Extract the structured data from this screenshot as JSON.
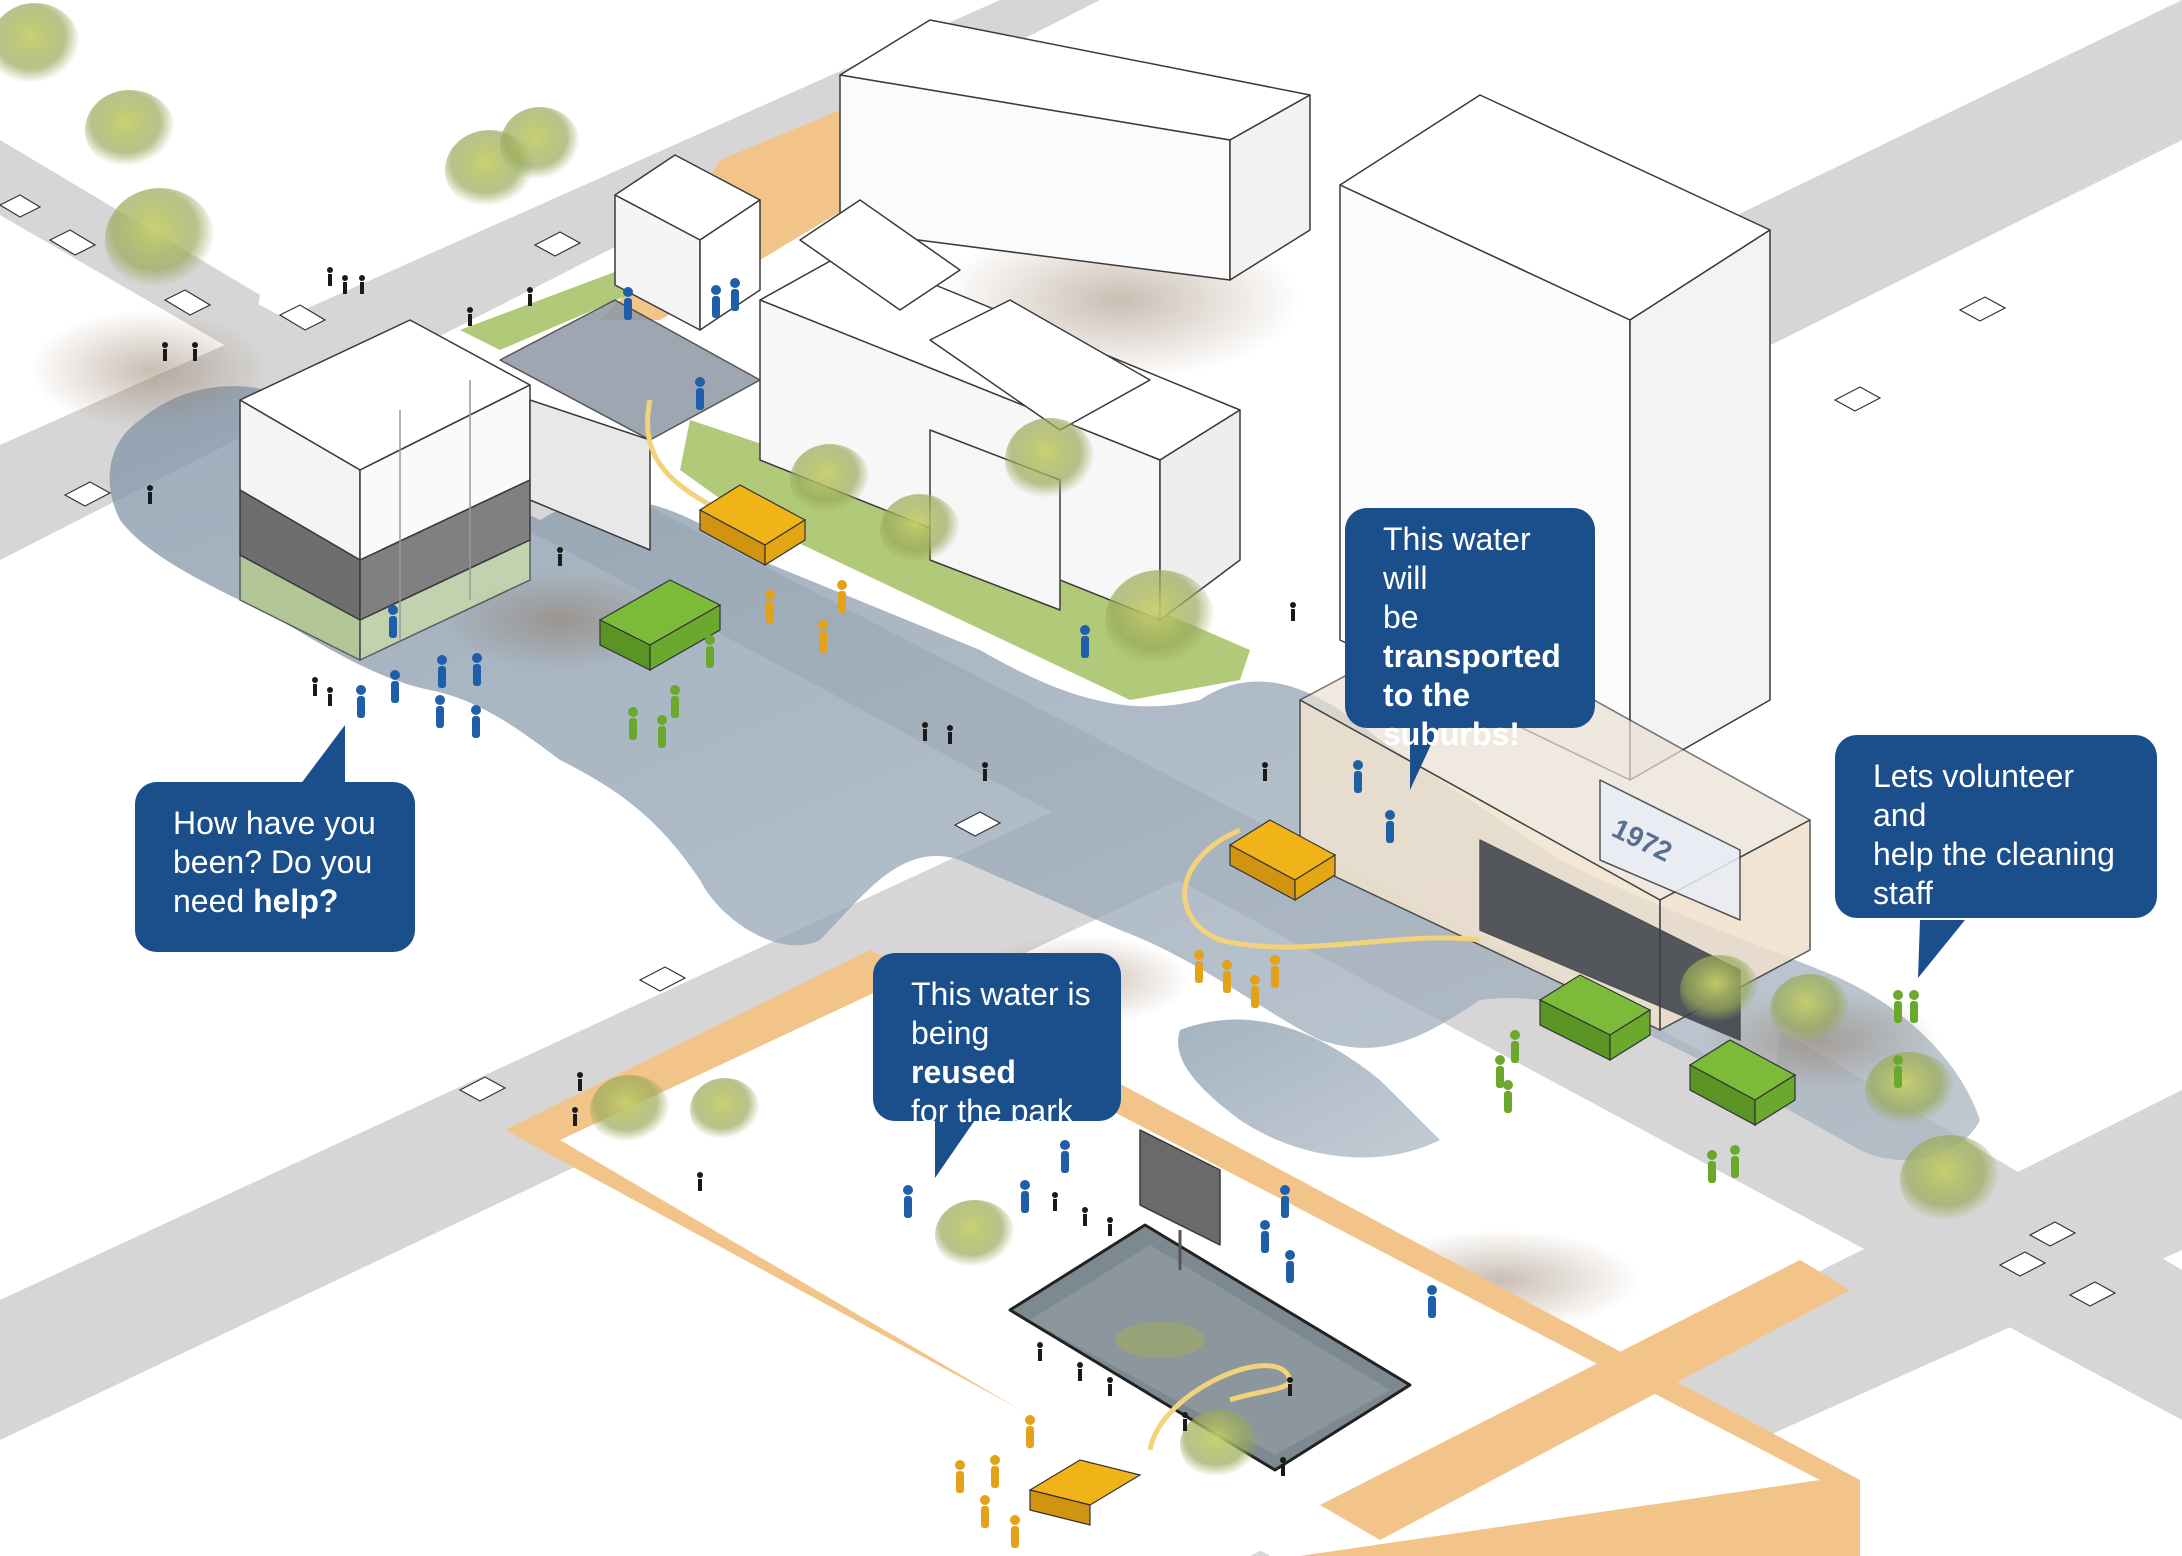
{
  "palette": {
    "bubble": "#1b4f8c",
    "road": "#d6d6d6",
    "plaza": "#f2c48a",
    "water": "#8fa2b4",
    "grass": "#9fbf5a",
    "tanker": "#f0b419",
    "garbage_truck": "#6aa82e",
    "citizen": "#1f5ea8",
    "volunteer": "#6aa82e",
    "staff": "#e3a21a",
    "passerby": "#1a1a1a"
  },
  "callouts": {
    "help": {
      "line1": "How have you",
      "line2": "been? Do you",
      "line3_pre": "need ",
      "line3_bold": "help?"
    },
    "transport": {
      "line1": "This water will",
      "line2": "be",
      "line3_bold": "transported",
      "line4_bold": "to the",
      "line5_bold": "suburbs!"
    },
    "reused": {
      "line1": "This water is",
      "line2_pre": "being ",
      "line2_bold": "reused",
      "line3": "for the park"
    },
    "volunteer": {
      "line1": "Lets volunteer and",
      "line2": "help the cleaning",
      "line3": "staff"
    }
  },
  "building_sign": "1972",
  "icons": [
    "tanker-truck-icon",
    "garbage-truck-icon",
    "person-icon",
    "tree-icon",
    "car-icon",
    "billboard-icon"
  ]
}
